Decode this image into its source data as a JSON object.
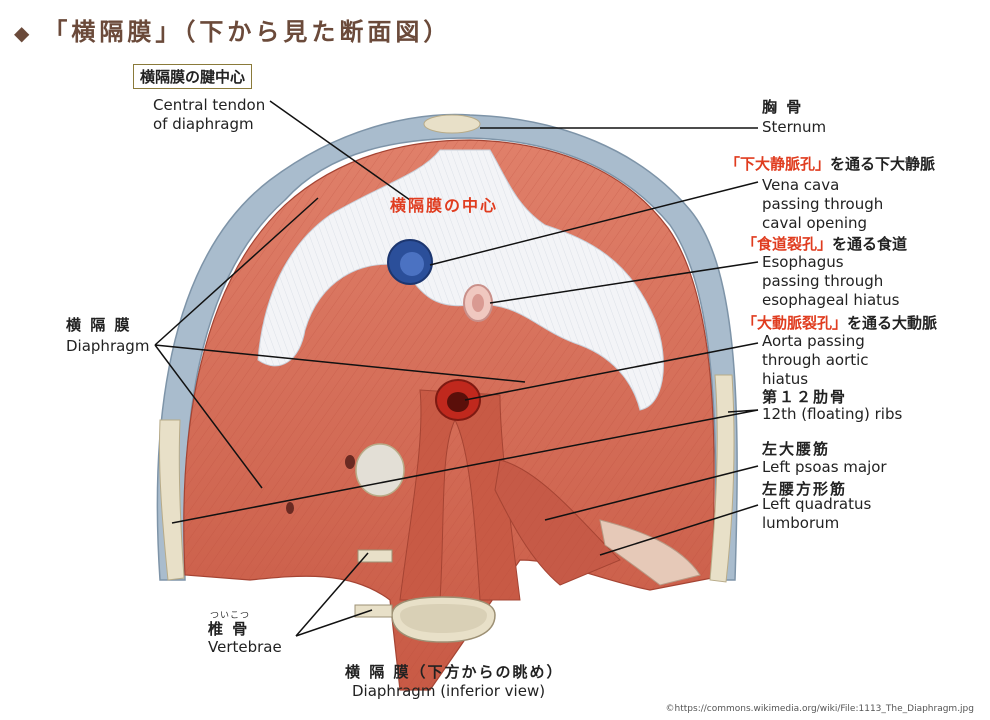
{
  "title": {
    "text": "「横隔膜」（下から見た断面図）"
  },
  "labels": {
    "central_tendon_jp": "横隔膜の腱中心",
    "central_tendon_en": "Central tendon\nof diaphragm",
    "center_jp": "横隔膜の中心",
    "sternum_jp": "胸 骨",
    "sternum_en": "Sternum",
    "vena_jp_red": "「下大静脈孔」",
    "vena_jp_rest": "を通る下大静脈",
    "vena_en": "Vena cava\npassing through\ncaval opening",
    "eso_jp_red": "「食道裂孔」",
    "eso_jp_rest": "を通る食道",
    "eso_en": "Esophagus\npassing through\nesophageal hiatus",
    "aorta_jp_red": "「大動脈裂孔」",
    "aorta_jp_rest": "を通る大動脈",
    "aorta_en": "Aorta passing\nthrough aortic\nhiatus",
    "rib_jp": "第１２肋骨",
    "rib_en": "12th (floating) ribs",
    "psoas_jp": "左大腰筋",
    "psoas_en": "Left psoas major",
    "quad_jp": "左腰方形筋",
    "quad_en": "Left quadratus\nlumborum",
    "diaphragm_jp": "横 隔 膜",
    "diaphragm_en": "Diaphragm",
    "vertebrae_ruby": "ついこつ",
    "vertebrae_jp": "椎 骨",
    "vertebrae_en": "Vertebrae",
    "bottom_jp": "横 隔 膜（下方からの眺め）",
    "bottom_en": "Diaphragm (inferior view)",
    "credit": "©https://commons.wikimedia.org/wiki/File:1113_The_Diaphragm.jpg"
  },
  "colors": {
    "muscle": "#d9705a",
    "tendon": "#f3f4f7",
    "rib": "#a9bccd",
    "bone": "#e8e0c8",
    "vena": "#2b4f9a",
    "aorta": "#c0281d",
    "accent_red": "#e03c1f",
    "title": "#6b4a3a"
  }
}
